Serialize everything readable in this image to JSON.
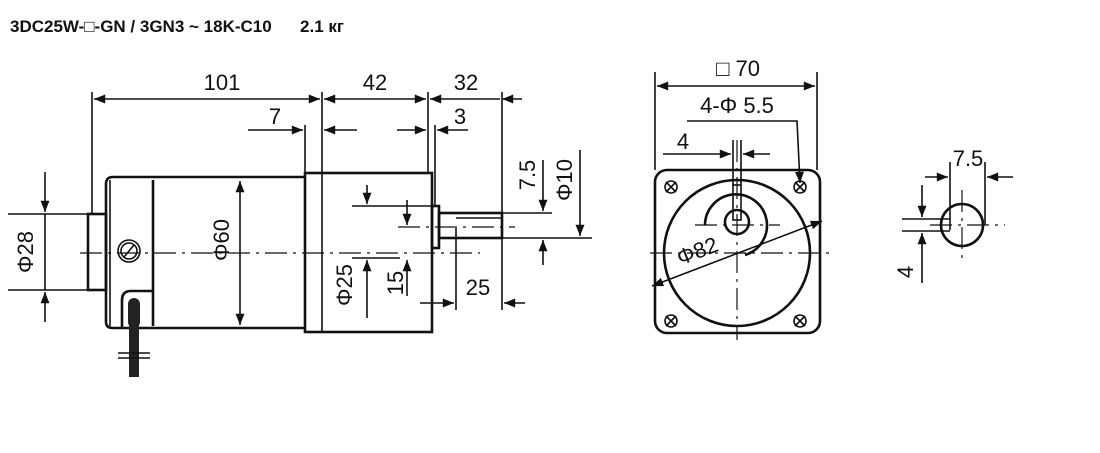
{
  "title": {
    "model": "3DC25W-□-GN / 3GN3 ~ 18K-C10",
    "weight": "2.1 кг"
  },
  "side_view": {
    "dim_total_motor": "101",
    "dim_gearbox": "42",
    "dim_shaft": "32",
    "dim_flange": "7",
    "dim_collar": "3",
    "dim_boss_dia": "Φ28",
    "dim_body_dia": "Φ60",
    "dim_collar_dia": "Φ25",
    "dim_offset": "15",
    "dim_key_length": "25",
    "dim_flat": "7.5",
    "dim_shaft_dia": "Φ10"
  },
  "front_view": {
    "dim_square": "□ 70",
    "dim_holes": "4-Φ 5.5",
    "dim_key_width": "4",
    "dim_pcd": "Φ82"
  },
  "shaft_detail": {
    "dim_width": "7.5",
    "dim_key": "4"
  }
}
